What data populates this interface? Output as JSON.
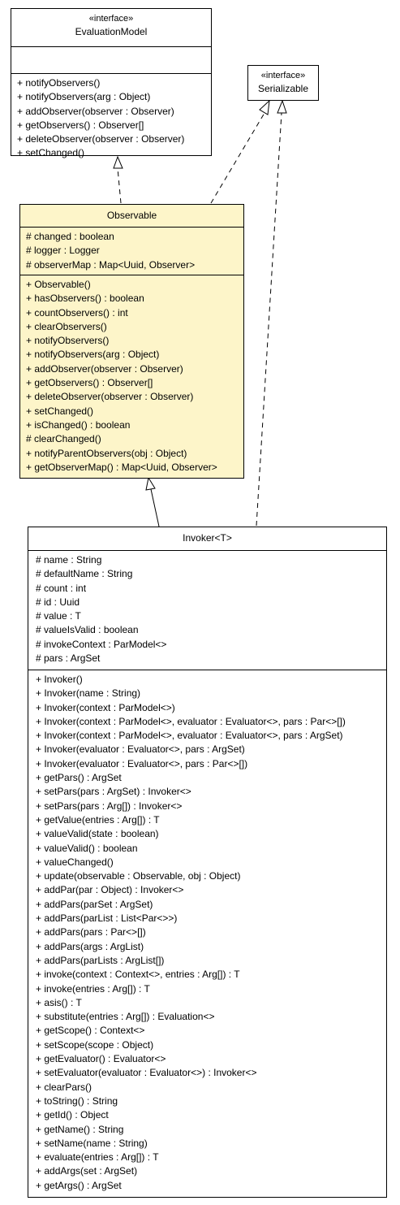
{
  "classes": {
    "evaluation_model": {
      "stereotype": "«interface»",
      "name": "EvaluationModel",
      "attributes": [],
      "methods": [
        "+ notifyObservers()",
        "+ notifyObservers(arg : Object)",
        "+ addObserver(observer : Observer)",
        "+ getObservers() : Observer[]",
        "+ deleteObserver(observer : Observer)",
        "+ setChanged()"
      ]
    },
    "serializable": {
      "stereotype": "«interface»",
      "name": "Serializable"
    },
    "observable": {
      "name": "Observable",
      "attributes": [
        "# changed : boolean",
        "# logger : Logger",
        "# observerMap : Map<Uuid, Observer>"
      ],
      "methods": [
        "+ Observable()",
        "+ hasObservers() : boolean",
        "+ countObservers() : int",
        "+ clearObservers()",
        "+ notifyObservers()",
        "+ notifyObservers(arg : Object)",
        "+ addObserver(observer : Observer)",
        "+ getObservers() : Observer[]",
        "+ deleteObserver(observer : Observer)",
        "+ setChanged()",
        "+ isChanged() : boolean",
        "# clearChanged()",
        "+ notifyParentObservers(obj : Object)",
        "+ getObserverMap() : Map<Uuid, Observer>"
      ]
    },
    "invoker": {
      "name": "Invoker<T>",
      "attributes": [
        "# name : String",
        "# defaultName : String",
        "# count : int",
        "# id : Uuid",
        "# value : T",
        "# valueIsValid : boolean",
        "# invokeContext : ParModel<>",
        "# pars : ArgSet"
      ],
      "methods": [
        "+ Invoker()",
        "+ Invoker(name : String)",
        "+ Invoker(context : ParModel<>)",
        "+ Invoker(context : ParModel<>, evaluator : Evaluator<>, pars : Par<>[])",
        "+ Invoker(context : ParModel<>, evaluator : Evaluator<>, pars : ArgSet)",
        "+ Invoker(evaluator : Evaluator<>, pars : ArgSet)",
        "+ Invoker(evaluator : Evaluator<>, pars : Par<>[])",
        "+ getPars() : ArgSet",
        "+ setPars(pars : ArgSet) : Invoker<>",
        "+ setPars(pars : Arg[]) : Invoker<>",
        "+ getValue(entries : Arg[]) : T",
        "+ valueValid(state : boolean)",
        "+ valueValid() : boolean",
        "+ valueChanged()",
        "+ update(observable : Observable, obj : Object)",
        "+ addPar(par : Object) : Invoker<>",
        "+ addPars(parSet : ArgSet)",
        "+ addPars(parList : List<Par<>>)",
        "+ addPars(pars : Par<>[])",
        "+ addPars(args : ArgList)",
        "+ addPars(parLists : ArgList[])",
        "+ invoke(context : Context<>, entries : Arg[]) : T",
        "+ invoke(entries : Arg[]) : T",
        "+ asis() : T",
        "+ substitute(entries : Arg[]) : Evaluation<>",
        "+ getScope() : Context<>",
        "+ setScope(scope : Object)",
        "+ getEvaluator() : Evaluator<>",
        "+ setEvaluator(evaluator : Evaluator<>) : Invoker<>",
        "+ clearPars()",
        "+ toString() : String",
        "+ getId() : Object",
        "+ getName() : String",
        "+ setName(name : String)",
        "+ evaluate(entries : Arg[]) : T",
        "+ addArgs(set : ArgSet)",
        "+ getArgs() : ArgSet"
      ]
    }
  }
}
